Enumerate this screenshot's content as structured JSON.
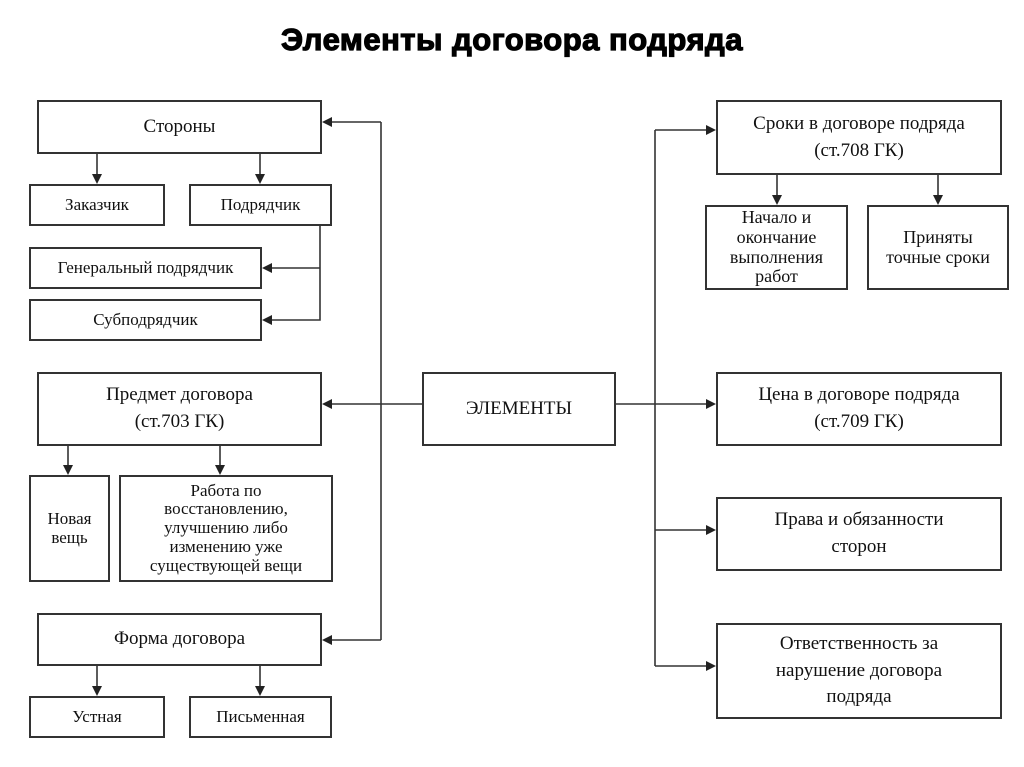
{
  "title": "Элементы договора подряда",
  "center": "ЭЛЕМЕНТЫ",
  "left": {
    "parties": {
      "label": "Стороны",
      "children": [
        "Заказчик",
        "Подрядчик"
      ],
      "contractor_children": [
        "Генеральный подрядчик",
        "Субподрядчик"
      ]
    },
    "subject": {
      "label": "Предмет договора\n(ст.703 ГК)",
      "children": [
        "Новая\nвещь",
        "Работа по\nвосстановлению,\nулучшению либо\nизменению уже\nсуществующей вещи"
      ]
    },
    "form": {
      "label": "Форма договора",
      "children": [
        "Устная",
        "Письменная"
      ]
    }
  },
  "right": {
    "terms": {
      "label": "Сроки в договоре подряда\n(ст.708 ГК)",
      "children": [
        "Начало и\nокончание\nвыполнения\nработ",
        "Приняты\nточные сроки"
      ]
    },
    "price": {
      "label": "Цена в договоре подряда\n(ст.709 ГК)"
    },
    "rights": {
      "label": "Права и обязанности\nсторон"
    },
    "liability": {
      "label": "Ответственность за\nнарушение договора\nподряда"
    }
  }
}
